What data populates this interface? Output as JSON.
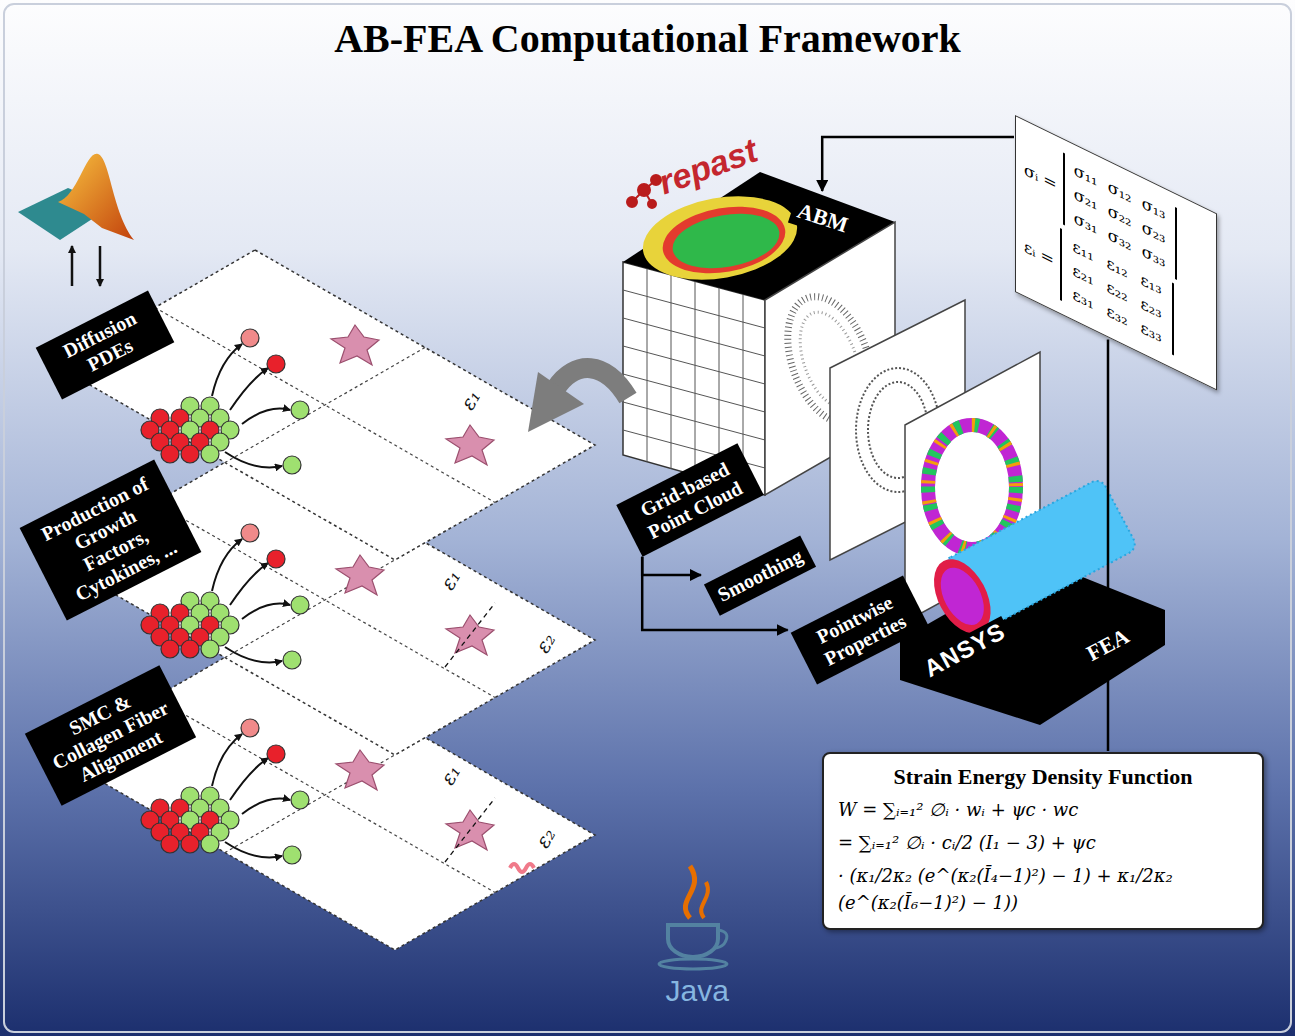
{
  "diagram": {
    "title": "AB-FEA Computational Framework",
    "nodes": [
      {
        "text": [
          "ABM"
        ]
      },
      {
        "text": [
          "σᵢ =",
          "σ₁₁",
          "σ₁₂",
          "σ₁₃",
          "σ₂₁",
          "σ₂₂",
          "σ₂₃",
          "σ₃₁",
          "σ₃₂",
          "σ₃₃",
          "εᵢ =",
          "ε₁₁",
          "ε₁₂",
          "ε₁₃",
          "ε₂₁",
          "ε₂₂",
          "ε₂₃",
          "ε₃₁",
          "ε₃₂",
          "ε₃₃"
        ]
      },
      {
        "text": [
          "Diffusion PDEs"
        ]
      },
      {
        "text": [
          "Grid-based Point Cloud"
        ]
      },
      {
        "text": [
          "Production of Growth Factors, Cytokines, ..."
        ]
      },
      {
        "text": [
          "Smoothing"
        ]
      },
      {
        "text": [
          "Pointwise Properties"
        ]
      },
      {
        "text": [
          "FEA"
        ]
      },
      {
        "text": [
          "SMC & Collagen Fiber Alignment"
        ]
      },
      {
        "text": [
          "Strain Energy Density Function",
          "W = ∑ᵢ₌₁² ∅ᵢ · wᵢ + ψc · wc",
          "= ∑ᵢ₌₁² ∅ᵢ · cᵢ/2 (I₁ − 3) + ψc",
          "· (κ₁/2κ₂ (e^(κ₂(Ī₄−1)²) − 1) + κ₁/2κ₂ (e^(κ₂(Ī₆−1)²) − 1))"
        ]
      }
    ],
    "edges": [
      {
        "from": 3,
        "to": 5,
        "arrow": "to"
      },
      {
        "from": 3,
        "to": 6,
        "arrow": "to"
      },
      {
        "from": 7,
        "to": 1,
        "arrow": "none"
      },
      {
        "from": 1,
        "to": 0,
        "arrow": "to"
      },
      {
        "from": 7,
        "to": 9,
        "arrow": "none"
      }
    ],
    "labels": [
      "repast",
      "ε₁",
      "ε₁",
      "ε₂",
      "ε₁",
      "ε₂",
      "ANSYS",
      "Java"
    ]
  }
}
